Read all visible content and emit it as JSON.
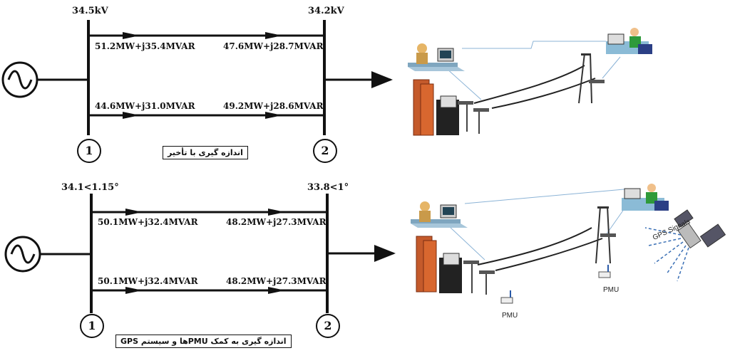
{
  "top_diagram": {
    "bus1_voltage": "34.5kV",
    "bus2_voltage": "34.2kV",
    "line1_send": "51.2MW+j35.4MVAR",
    "line1_recv": "47.6MW+j28.7MVAR",
    "line2_send": "44.6MW+j31.0MVAR",
    "line2_recv": "49.2MW+j28.6MVAR",
    "bus1_label": "1",
    "bus2_label": "2",
    "caption": "اندازه گیری با تأخیر"
  },
  "bottom_diagram": {
    "bus1_voltage": "34.1<1.15°",
    "bus2_voltage": "33.8<1°",
    "line1_send": "50.1MW+j32.4MVAR",
    "line1_recv": "48.2MW+j27.3MVAR",
    "line2_send": "50.1MW+j32.4MVAR",
    "line2_recv": "48.2MW+j27.3MVAR",
    "bus1_label": "1",
    "bus2_label": "2",
    "caption": "اندازه گیری به کمک PMUها و سیستم GPS"
  },
  "illustration": {
    "pmu_label_1": "PMU",
    "pmu_label_2": "PMU",
    "gps_label": "GPS Signals"
  }
}
